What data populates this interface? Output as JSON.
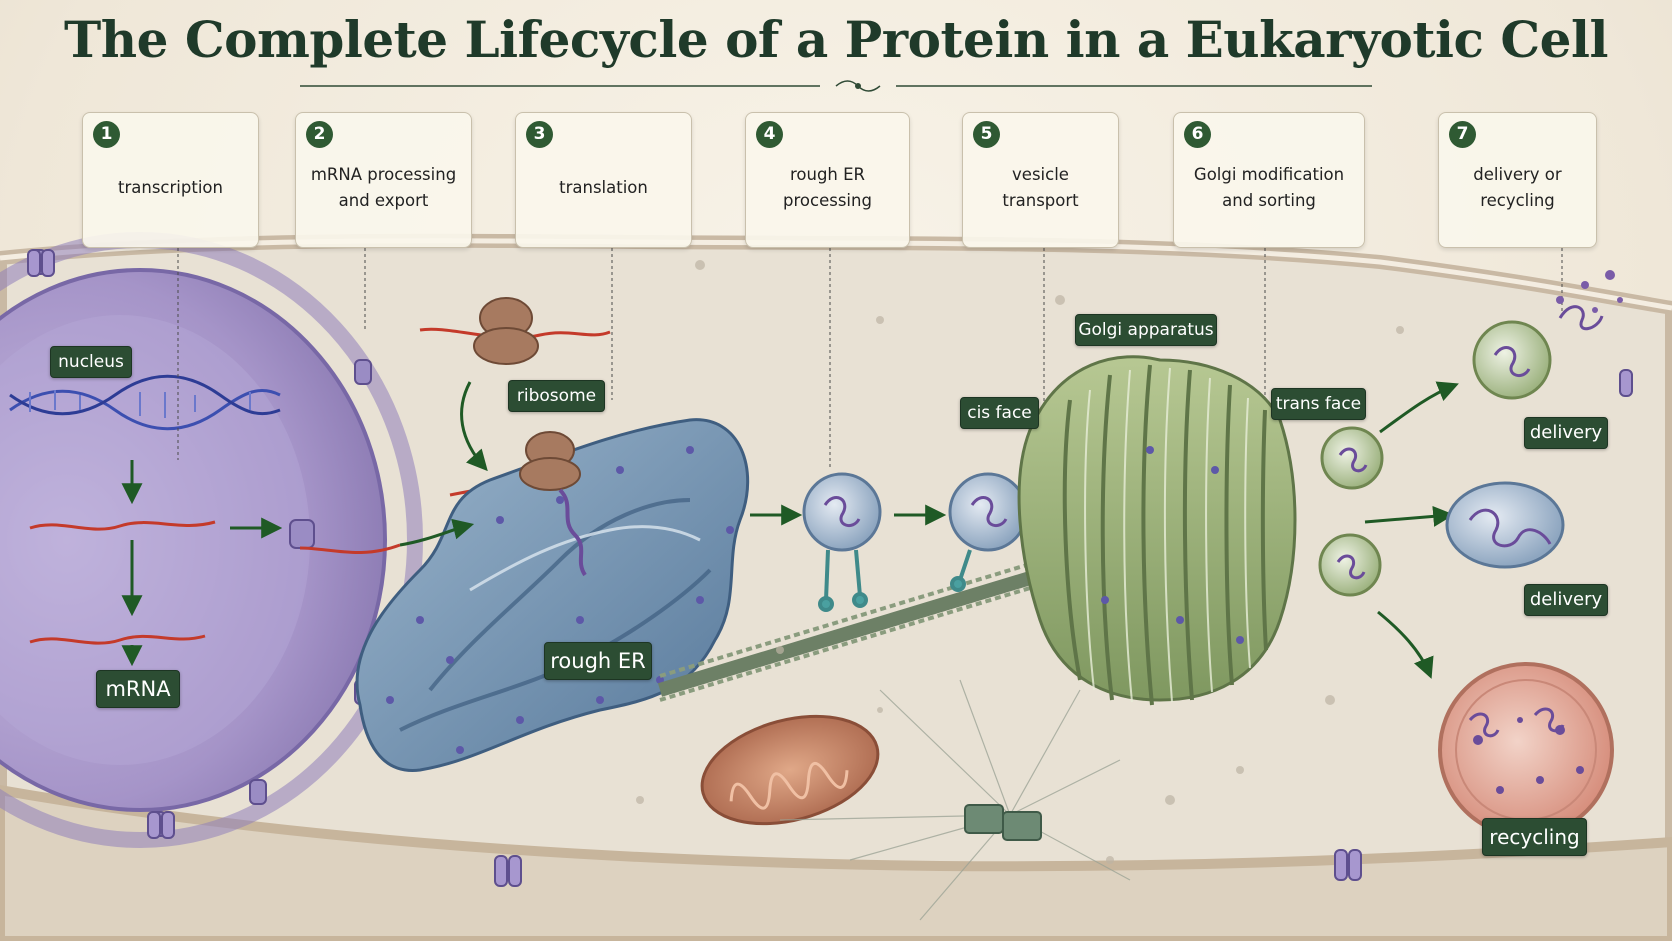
{
  "title": "The Complete Lifecycle of a Protein in a Eukaryotic Cell",
  "steps": [
    {
      "number": "1",
      "label": "transcription"
    },
    {
      "number": "2",
      "label": "mRNA processing\nand export"
    },
    {
      "number": "3",
      "label": "translation"
    },
    {
      "number": "4",
      "label": "rough ER\nprocessing"
    },
    {
      "number": "5",
      "label": "vesicle\ntransport"
    },
    {
      "number": "6",
      "label": "Golgi modification\nand sorting"
    },
    {
      "number": "7",
      "label": "delivery or\nrecycling"
    }
  ],
  "labels": {
    "nucleus": "nucleus",
    "mrna": "mRNA",
    "ribosome": "ribosome",
    "rough_er": "rough ER",
    "golgi": "Golgi apparatus",
    "cis_face": "cis face",
    "trans_face": "trans face",
    "delivery_top": "delivery",
    "delivery_mid": "delivery",
    "recycling": "recycling"
  },
  "colors": {
    "label_bg": "#2c4d33",
    "arrow": "#1f5a25",
    "title": "#1f3a2a",
    "nucleus": "#a898c8",
    "rough_er": "#6f8fae",
    "golgi": "#9cb075",
    "mitochondrion": "#c8876a",
    "lysosome": "#e0a090",
    "cytoplasm": "#e7e0d3"
  }
}
